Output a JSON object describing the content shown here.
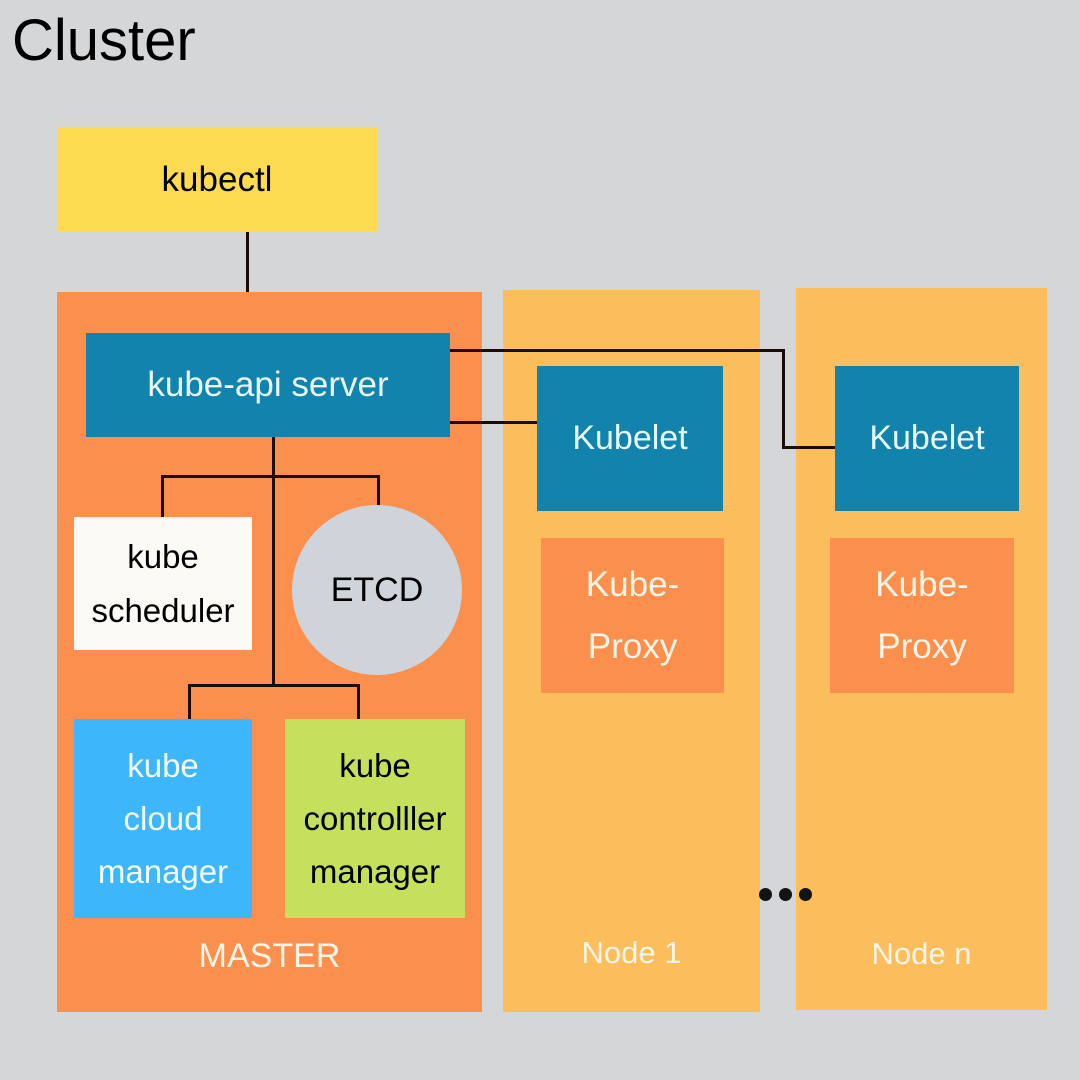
{
  "diagram": {
    "title": "Cluster",
    "background_color": "#d5d6d8"
  },
  "client": {
    "kubectl": {
      "label": "kubectl",
      "color": "#fddb51",
      "text_color": "#000000"
    }
  },
  "master": {
    "panel_label": "MASTER",
    "panel_color": "#fa8f4e",
    "components": {
      "api_server": {
        "label": "kube-api server",
        "color": "#1283ad",
        "text_color": "#e8f7fb"
      },
      "scheduler": {
        "label": "kube\nscheduler",
        "color": "#fbfaf5",
        "text_color": "#000000"
      },
      "etcd": {
        "label": "ETCD",
        "color": "#cfd4da",
        "text_color": "#000000",
        "shape": "circle"
      },
      "cloud_manager": {
        "label": "kube\ncloud\nmanager",
        "color": "#3eb6fc",
        "text_color": "#f2fbff"
      },
      "controller_manager": {
        "label": "kube\ncontrolller\nmanager",
        "color": "#c5e05c",
        "text_color": "#000000"
      }
    }
  },
  "nodes": [
    {
      "panel_label": "Node 1",
      "panel_color": "#fcbd5d",
      "kubelet": {
        "label": "Kubelet",
        "color": "#1283ad",
        "text_color": "#e8f7fb"
      },
      "kube_proxy": {
        "label": "Kube-\nProxy",
        "color": "#fa8f4e",
        "text_color": "#fdf6e8"
      }
    },
    {
      "panel_label": "Node n",
      "panel_color": "#fcbd5d",
      "kubelet": {
        "label": "Kubelet",
        "color": "#1283ad",
        "text_color": "#e8f7fb"
      },
      "kube_proxy": {
        "label": "Kube-\nProxy",
        "color": "#fa8f4e",
        "text_color": "#fdf6e8"
      }
    }
  ],
  "separator": {
    "ellipsis_label": "..."
  }
}
